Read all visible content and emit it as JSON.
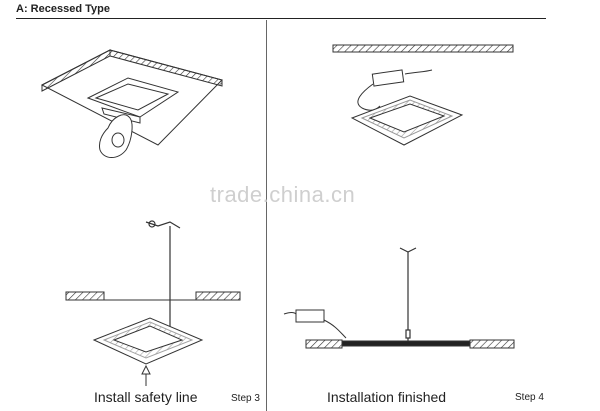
{
  "header": {
    "title": "A: Recessed Type"
  },
  "watermark": "trade.china.cn",
  "steps": {
    "step3": {
      "caption": "Install safety line",
      "label": "Step 3"
    },
    "step4": {
      "caption": "Installation finished",
      "label": "Step 4"
    }
  }
}
